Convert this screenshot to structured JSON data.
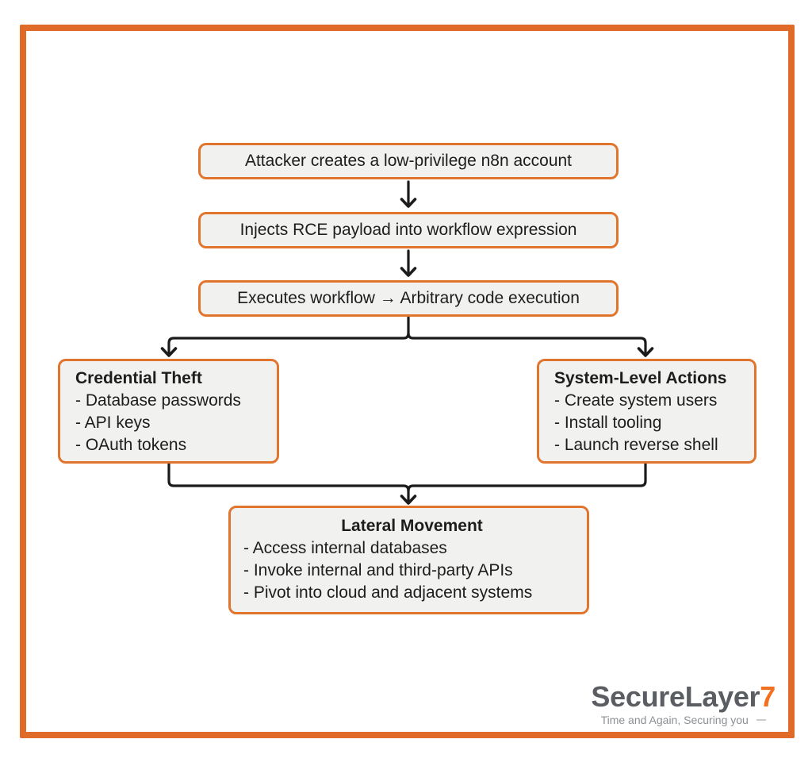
{
  "colors": {
    "page-bg": "#ffffff",
    "frame": "#e06a28",
    "box-border": "#e2752e",
    "box-fill": "#f1f1ef",
    "text": "#1d1d1d",
    "connector": "#1b1b1b",
    "brand": "#5a5e62",
    "seven": "#f3701e",
    "tagline": "#8c9094"
  },
  "flowchart": {
    "steps": [
      {
        "label": "Attacker creates a low-privilege n8n account"
      },
      {
        "label": "Injects RCE payload into workflow expression"
      },
      {
        "label": "Executes workflow → Arbitrary code execution"
      }
    ],
    "branch_left": {
      "title": "Credential Theft",
      "items": [
        "- Database passwords",
        "- API keys",
        "- OAuth tokens"
      ]
    },
    "branch_right": {
      "title": "System-Level Actions",
      "items": [
        "- Create system users",
        "- Install tooling",
        "- Launch reverse shell"
      ]
    },
    "merge": {
      "title": "Lateral Movement",
      "items": [
        "- Access internal databases",
        "- Invoke internal and third-party APIs",
        "- Pivot into cloud and adjacent systems"
      ]
    }
  },
  "logo": {
    "brand": "SecureLayer",
    "suffix": "7",
    "tagline": "Time and Again, Securing you"
  }
}
